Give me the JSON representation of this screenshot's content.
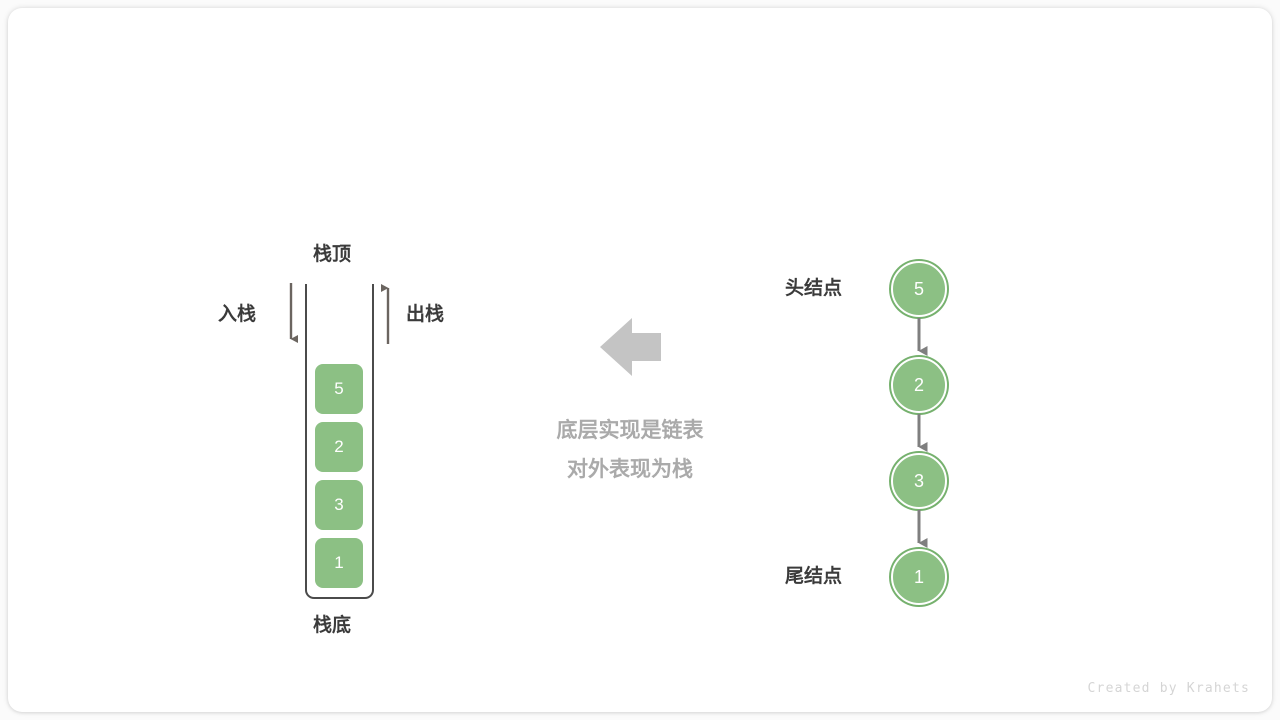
{
  "diagram": {
    "title_text_lines": [
      "底层实现是链表",
      "对外表现为栈"
    ],
    "watermark": "Created by Krahets",
    "colors": {
      "node_fill": "#8cc084",
      "node_ring": "#76b16e",
      "frame_stroke": "#4b4b4b",
      "arrow_gray": "#6b6560",
      "link_arrow": "#7f7f7f",
      "center_text": "#aaaaaa",
      "label_text": "#3b3b3b",
      "watermark": "#d5d5d5",
      "card_bg": "#ffffff",
      "page_bg": "#fbfbfb"
    }
  },
  "stack": {
    "top_label": "栈顶",
    "bottom_label": "栈底",
    "push_label": "入栈",
    "pop_label": "出栈",
    "items": [
      "5",
      "2",
      "3",
      "1"
    ]
  },
  "linked_list": {
    "head_label": "头结点",
    "tail_label": "尾结点",
    "nodes": [
      "5",
      "2",
      "3",
      "1"
    ]
  },
  "center": {
    "arrow_icon": "left-arrow-icon",
    "line1": "底层实现是链表",
    "line2": "对外表现为栈"
  }
}
